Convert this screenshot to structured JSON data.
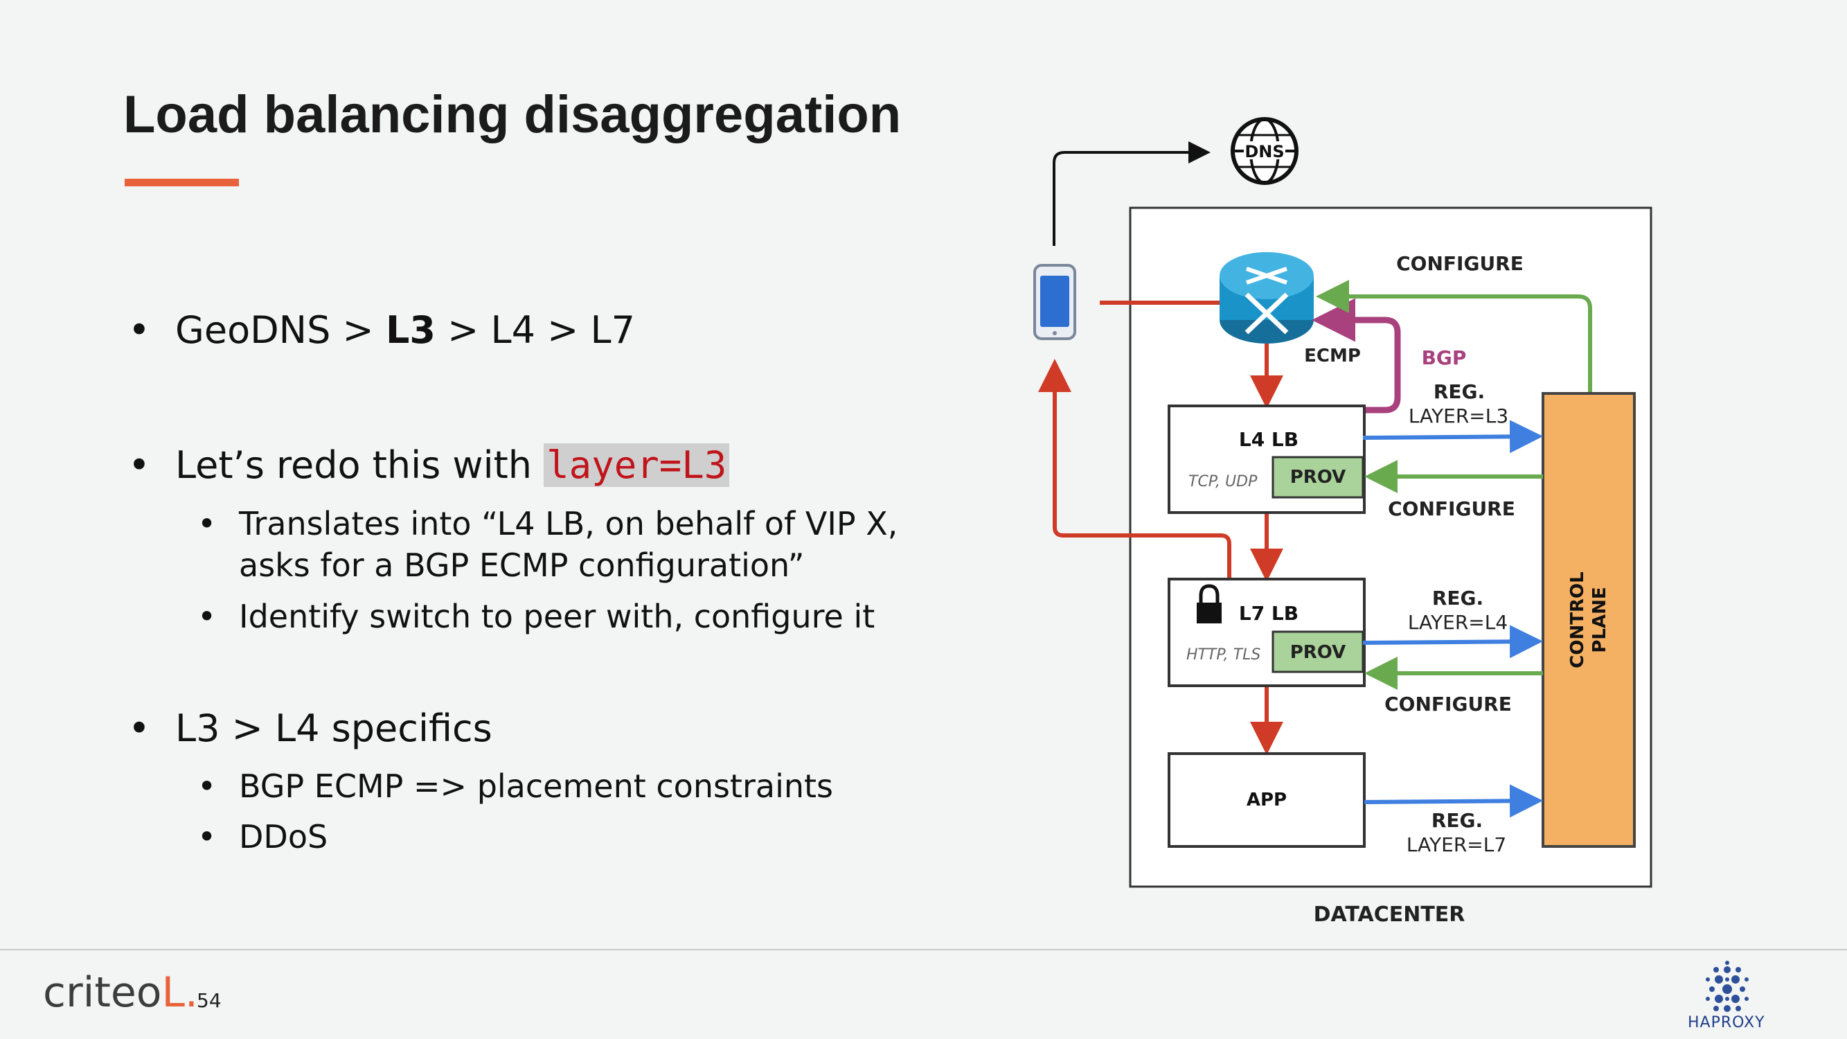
{
  "slide": {
    "title": "Load balancing disaggregation",
    "page_number": "54"
  },
  "bullets": {
    "b1": {
      "pre": "GeoDNS > ",
      "bold": "L3",
      "post": " > L4 > L7"
    },
    "b2": {
      "pre": "Let’s redo this with ",
      "code": "layer=L3"
    },
    "b2_sub1_line1": "Translates into “L4 LB, on behalf of VIP X,",
    "b2_sub1_line2": "asks for a BGP ECMP configuration”",
    "b2_sub2": "Identify switch to peer with, configure it",
    "b3": "L3 > L4 specifics",
    "b3_sub1": "BGP ECMP => placement constraints",
    "b3_sub2": "DDoS"
  },
  "diagram": {
    "dns": "DNS",
    "configure_top": "CONFIGURE",
    "ecmp": "ECMP",
    "bgp": "BGP",
    "reg1": "REG.",
    "layer_l3": "LAYER=L3",
    "l4lb": "L4 LB",
    "tcp_udp": "TCP, UDP",
    "prov1": "PROV",
    "configure_mid": "CONFIGURE",
    "reg2": "REG.",
    "layer_l4": "LAYER=L4",
    "l7lb": "L7 LB",
    "http_tls": "HTTP, TLS",
    "prov2": "PROV",
    "configure_low": "CONFIGURE",
    "app": "APP",
    "reg3": "REG.",
    "layer_l7": "LAYER=L7",
    "control": "CONTROL",
    "plane": "PLANE",
    "datacenter": "DATACENTER"
  },
  "footer": {
    "brand": "criteo",
    "brand_mark": "L.",
    "haproxy": "HAPROXY"
  },
  "colors": {
    "accent": "#e8623a",
    "arrow_red": "#cf3b26",
    "arrow_blue": "#3f7fe0",
    "arrow_green": "#6aaa4f",
    "bgp_magenta": "#a8417e",
    "control_plane": "#f4b063",
    "prov_green": "#a9d39a",
    "router_blue": "#1a93c8"
  }
}
